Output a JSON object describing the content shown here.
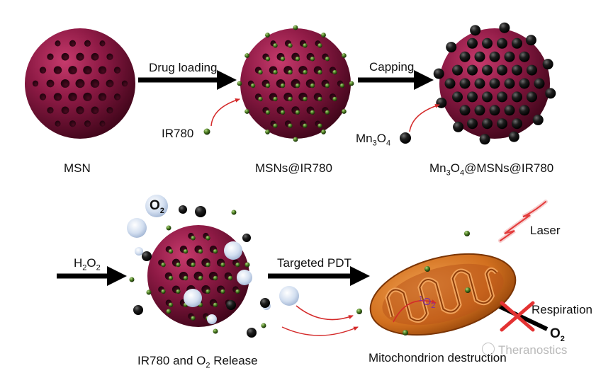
{
  "labels": {
    "drug_loading": "Drug loading",
    "capping": "Capping",
    "ir780": "IR780",
    "mn3o4_base": "Mn",
    "mn3o4_sub1": "3",
    "mn3o4_mid": "O",
    "mn3o4_sub2": "4",
    "msn": "MSN",
    "msns_ir780": "MSNs@IR780",
    "mn3o4_msns_ir780_base": "Mn",
    "mn3o4_msns_ir780_sub1": "3",
    "mn3o4_msns_ir780_mid": "O",
    "mn3o4_msns_ir780_sub2": "4",
    "mn3o4_msns_ir780_tail": "@MSNs@IR780",
    "o2_bubble": "O",
    "o2_bubble_sub": "2",
    "h2o2_base": "H",
    "h2o2_sub1": "2",
    "h2o2_mid": "O",
    "h2o2_sub2": "2",
    "targeted_pdt": "Targeted PDT",
    "laser": "Laser",
    "respiration": "Respiration",
    "o2_right": "O",
    "o2_right_sub": "2",
    "singlet_o2_sup": "1",
    "singlet_o2_base": "O",
    "singlet_o2_sub": "2",
    "release_base": "IR780 and O",
    "release_sub": "2",
    "release_tail": " Release",
    "mito": "Mitochondrion destruction",
    "watermark": "Theranostics"
  },
  "colors": {
    "sphere": "#7a1238",
    "sphere_highlight": "#c63a6c",
    "pore": "#2b0412",
    "ir780": "#3f6f1a",
    "mn3o4": "#1a1a1a",
    "bubble": "#c9d8ee",
    "arrow": "#000000",
    "red_arrow": "#d42a2a",
    "mito_body": "#d9782a",
    "laser": "#e63b3b"
  },
  "icons": [
    "wechat-icon",
    "red-cross-icon",
    "laser-bolt-icon"
  ]
}
